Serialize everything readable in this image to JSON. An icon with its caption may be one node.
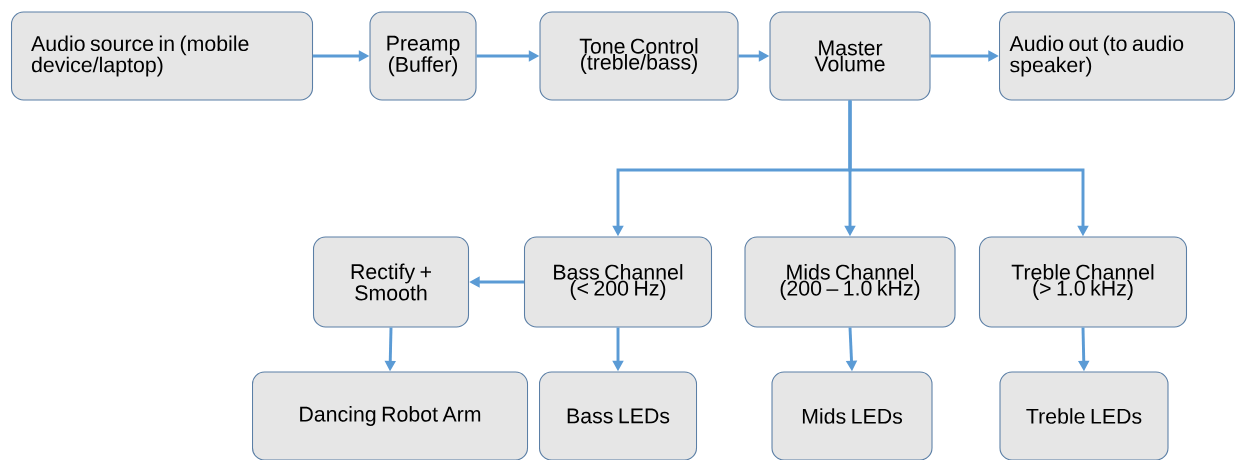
{
  "diagram": {
    "nodes": [
      {
        "text": [
          "Audio source in (mobile device/laptop)"
        ]
      },
      {
        "text": [
          "Preamp (Buffer)"
        ]
      },
      {
        "text": [
          "Tone Control (treble/bass)"
        ]
      },
      {
        "text": [
          "Master Volume"
        ]
      },
      {
        "text": [
          "Audio out (to audio speaker)"
        ]
      },
      {
        "text": [
          "Rectify + Smooth"
        ]
      },
      {
        "text": [
          "Bass Channel (< 200 Hz)"
        ]
      },
      {
        "text": [
          "Mids Channel (200 – 1.0 kHz)"
        ]
      },
      {
        "text": [
          "Treble Channel (> 1.0 kHz)"
        ]
      },
      {
        "text": [
          "Dancing Robot Arm"
        ]
      },
      {
        "text": [
          "Bass LEDs"
        ]
      },
      {
        "text": [
          "Mids LEDs"
        ]
      },
      {
        "text": [
          "Treble LEDs"
        ]
      }
    ],
    "edges": [
      {
        "from": 0,
        "to": 1,
        "arrow": "to"
      },
      {
        "from": 1,
        "to": 2,
        "arrow": "to"
      },
      {
        "from": 2,
        "to": 3,
        "arrow": "to"
      },
      {
        "from": 3,
        "to": 4,
        "arrow": "to"
      },
      {
        "from": 3,
        "to": 6,
        "arrow": "to"
      },
      {
        "from": 3,
        "to": 7,
        "arrow": "to"
      },
      {
        "from": 3,
        "to": 8,
        "arrow": "to"
      },
      {
        "from": 6,
        "to": 5,
        "arrow": "to"
      },
      {
        "from": 5,
        "to": 9,
        "arrow": "to"
      },
      {
        "from": 6,
        "to": 10,
        "arrow": "to"
      },
      {
        "from": 7,
        "to": 11,
        "arrow": "to"
      },
      {
        "from": 8,
        "to": 12,
        "arrow": "to"
      }
    ]
  }
}
